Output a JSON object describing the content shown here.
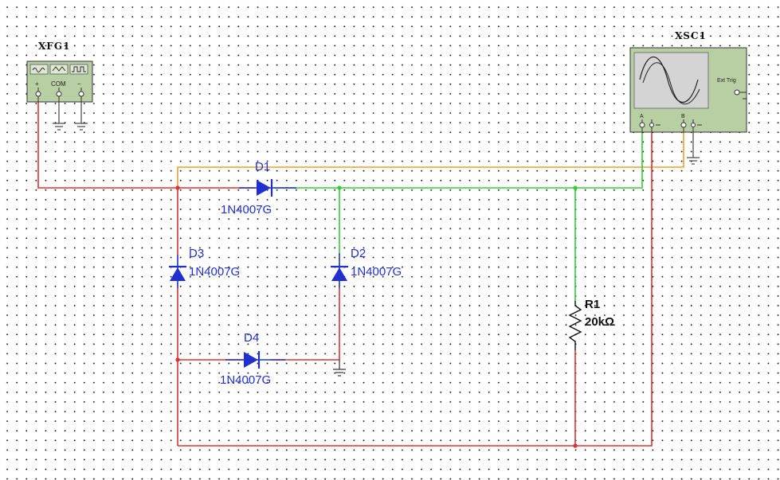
{
  "instruments": {
    "function_generator": {
      "label": "XFG1",
      "terminals": [
        "+",
        "COM",
        "−"
      ]
    },
    "oscilloscope": {
      "label": "XSC1",
      "ext_trig": "Ext Trig",
      "channel_a": "A",
      "channel_b": "B"
    }
  },
  "components": {
    "d1": {
      "ref": "D1",
      "value": "1N4007G"
    },
    "d2": {
      "ref": "D2",
      "value": "1N4007G"
    },
    "d3": {
      "ref": "D3",
      "value": "1N4007G"
    },
    "d4": {
      "ref": "D4",
      "value": "1N4007G"
    },
    "r1": {
      "ref": "R1",
      "value": "20kΩ"
    }
  },
  "wire_colors": {
    "red": "#e03030",
    "green": "#33cc33",
    "orange": "#e8a030",
    "ground": "#333333",
    "part": "#1f2fd0"
  }
}
